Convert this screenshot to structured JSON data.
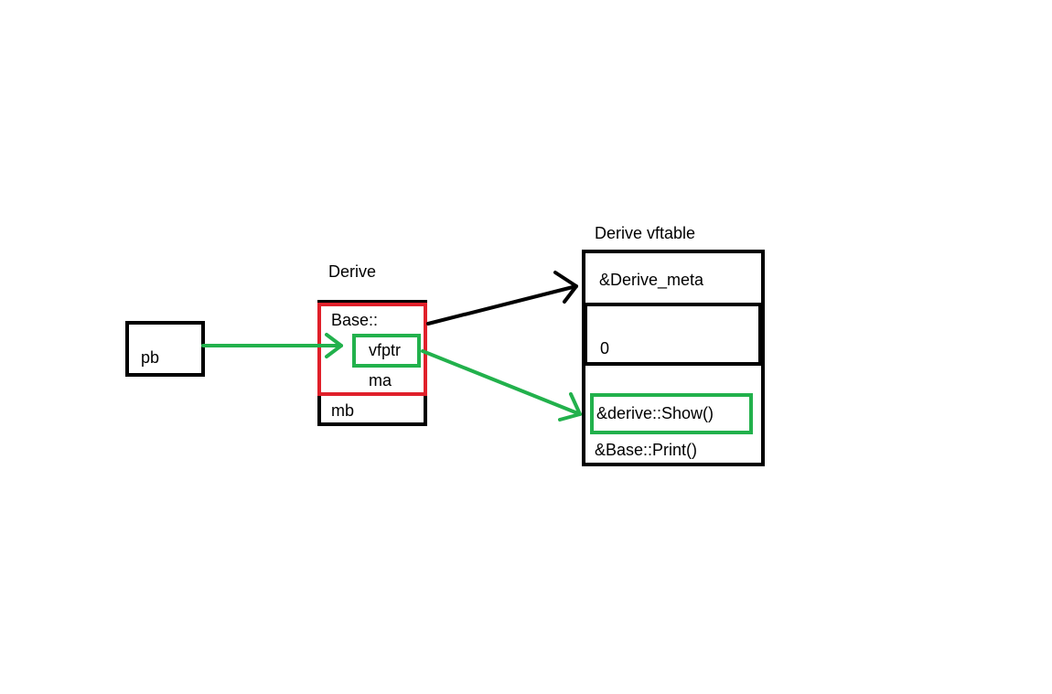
{
  "pointer": {
    "label": "pb"
  },
  "object": {
    "title": "Derive",
    "base_label": "Base::",
    "vfptr_label": "vfptr",
    "ma_label": "ma",
    "mb_label": "mb"
  },
  "vftable": {
    "title": "Derive vftable",
    "rows": [
      "&Derive_meta",
      "0",
      "&derive::Show()",
      "&Base::Print()"
    ]
  },
  "colors": {
    "outline": "#000000",
    "base_highlight": "#e0202a",
    "green": "#22b14c"
  }
}
